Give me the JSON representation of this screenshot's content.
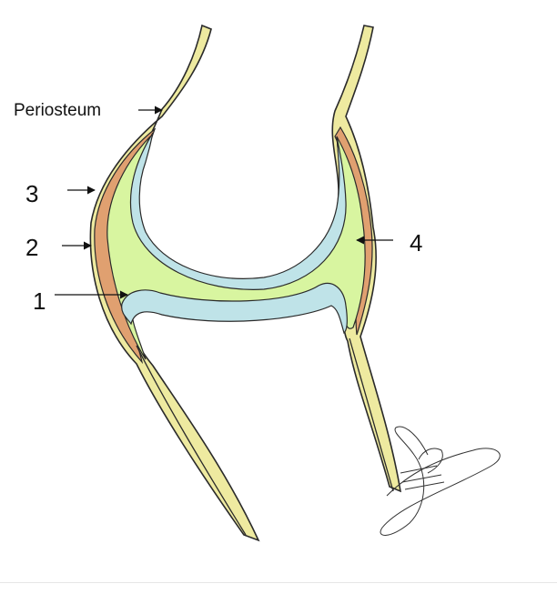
{
  "labels": {
    "periosteum": "Periosteum",
    "n1": "1",
    "n2": "2",
    "n3": "3",
    "n4": "4"
  },
  "colors": {
    "periosteum_fill": "#eeeaa0",
    "fibrous_layer": "#e0a070",
    "synovial_cavity": "#d8f5a0",
    "articular_cartilage": "#bfe3e8",
    "outline": "#2a2a2a"
  },
  "signature": "handwritten signature (bottom-right)"
}
